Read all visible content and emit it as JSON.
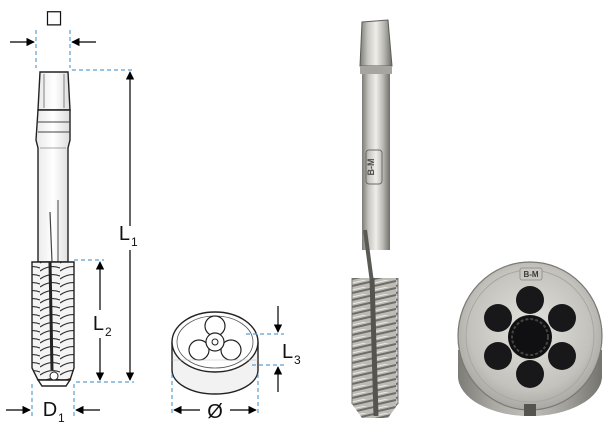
{
  "labels": {
    "square_symbol": "◻",
    "l1": "L",
    "l1_sub": "1",
    "l2": "L",
    "l2_sub": "2",
    "l3": "L",
    "l3_sub": "3",
    "d1": "D",
    "d1_sub": "1",
    "diameter": "Ø"
  },
  "brand": {
    "tap_mark": "B-M",
    "die_mark": "B-M"
  },
  "colors": {
    "dimension_line": "#000000",
    "extension_line": "#5a9fd4",
    "drawing_outline": "#222222",
    "steel_light": "#d9d9d4",
    "steel_dark": "#8e8d86"
  },
  "icons": {
    "square_symbol": "square-drive-icon",
    "diameter": "diameter-icon",
    "die_photo": "round-die-photo",
    "tap_photo": "hand-tap-photo"
  }
}
